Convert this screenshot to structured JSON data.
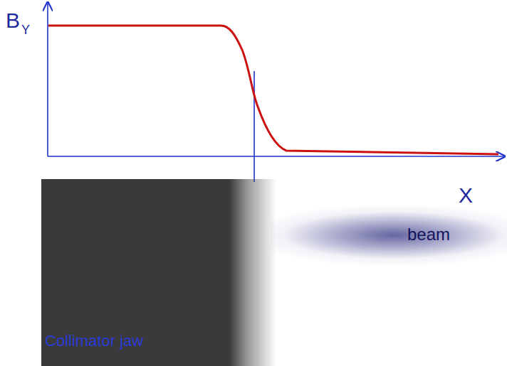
{
  "diagram": {
    "nodes": [
      {
        "text": [
          "Collimator jaw"
        ]
      },
      {
        "text": [
          "beam"
        ]
      }
    ],
    "labels": [
      "B",
      "Y",
      "X"
    ]
  }
}
